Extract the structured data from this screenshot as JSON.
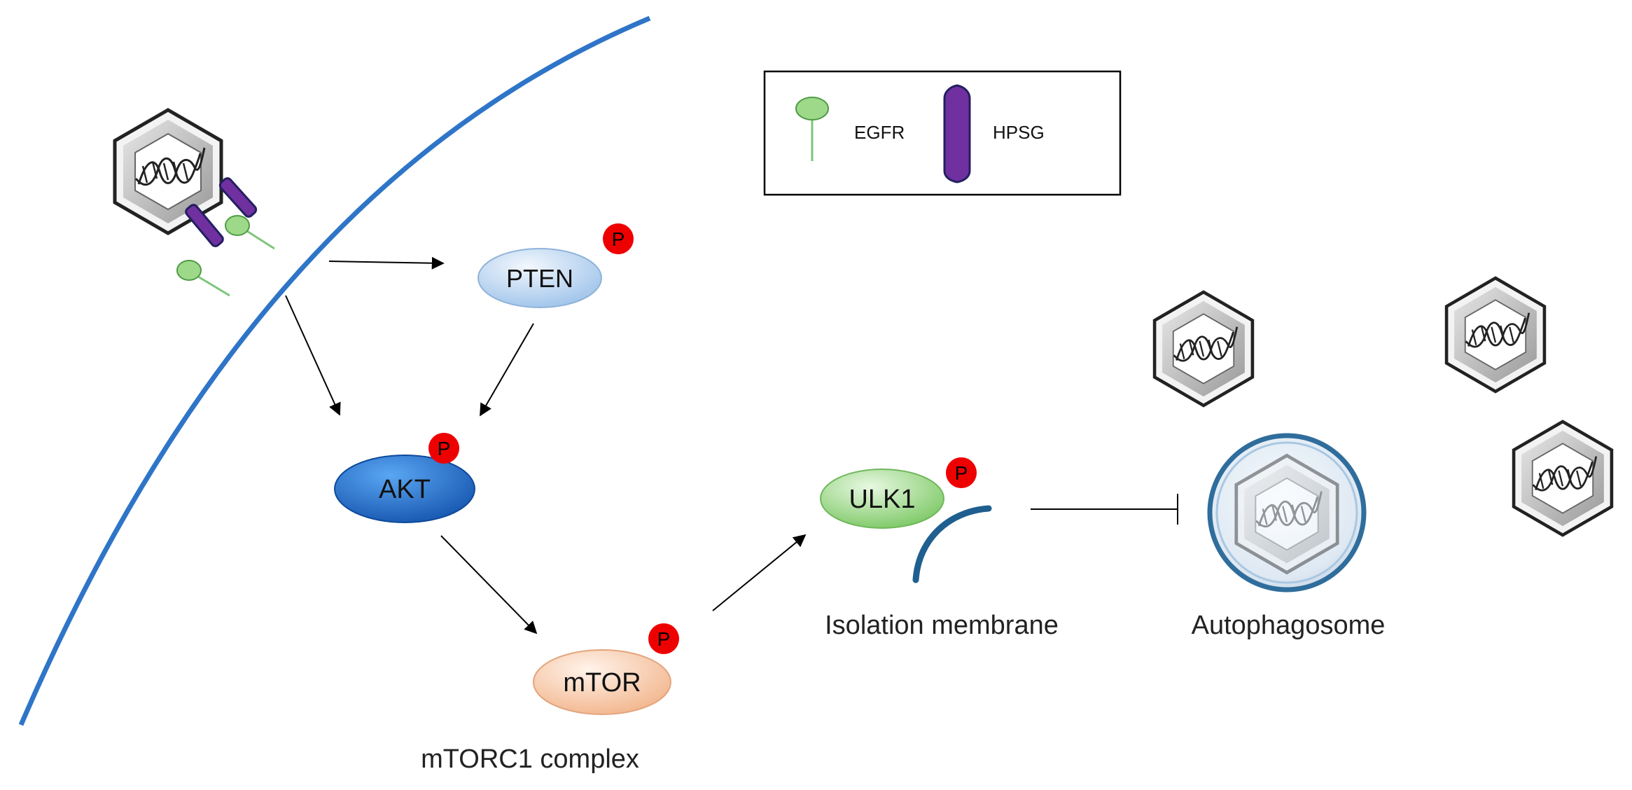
{
  "legend": {
    "items": [
      {
        "label": "EGFR",
        "icon": "egfr-receptor-icon",
        "color": "#7dc67a"
      },
      {
        "label": "HPSG",
        "icon": "hpsg-bar-icon",
        "color": "#7030a0"
      }
    ]
  },
  "nodes": {
    "pten": {
      "label": "PTEN"
    },
    "akt": {
      "label": "AKT"
    },
    "mtor": {
      "label": "mTOR"
    },
    "ulk1": {
      "label": "ULK1"
    }
  },
  "phospho_label": "P",
  "labels": {
    "mtorc1": "mTORC1 complex",
    "isolation_membrane": "Isolation membrane",
    "autophagosome": "Autophagosome"
  },
  "colors": {
    "membrane": "#2e75c8",
    "phospho": "#ee0000",
    "egfr": "#7dc67a",
    "hpsg": "#7030a0",
    "akt": "#1f6fcf",
    "pten": "#bcd6f2",
    "mtor": "#f7c9a8",
    "ulk1": "#9ed98c",
    "isolation": "#1f5f8f"
  }
}
